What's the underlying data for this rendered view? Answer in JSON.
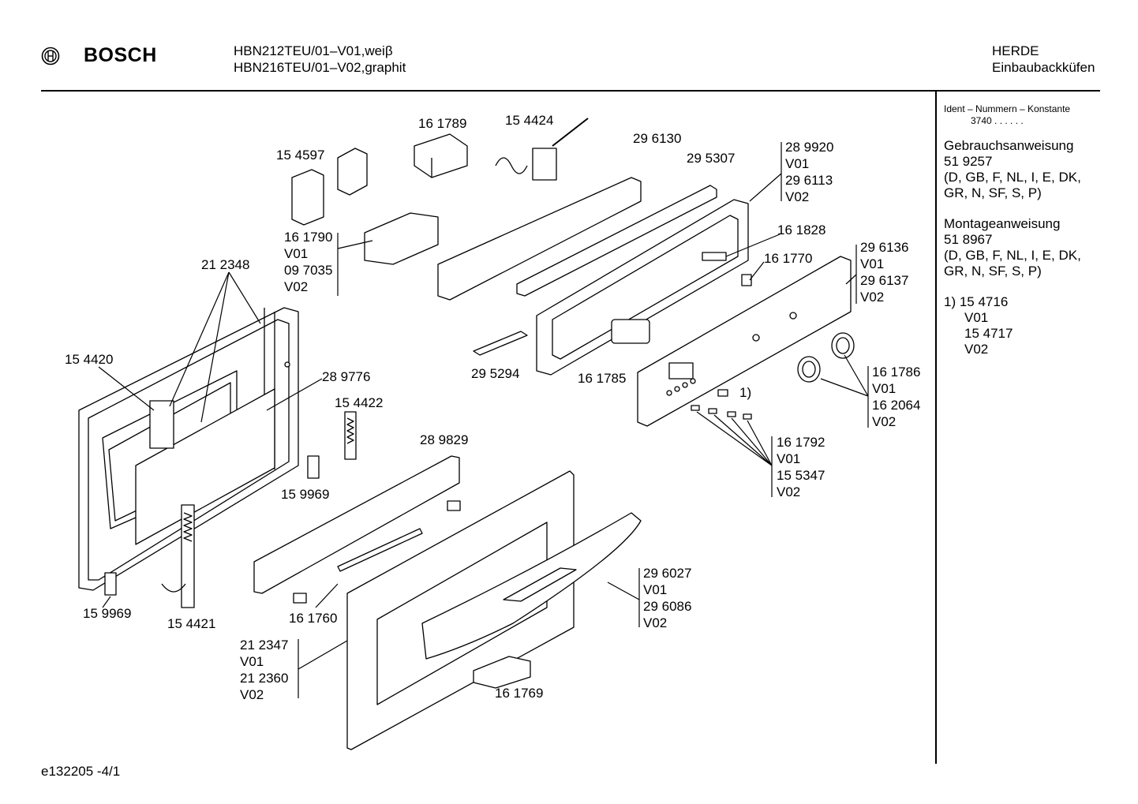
{
  "header": {
    "brand": "BOSCH",
    "model_line1": "HBN212TEU/01–V01,weiβ",
    "model_line2": "HBN216TEU/01–V02,graphit",
    "category_line1": "HERDE",
    "category_line2": "Einbaubackküfen"
  },
  "sidebar": {
    "ident_title": "Ident – Nummern – Konstante",
    "ident_value": "3740  .  .  .  .  .  .",
    "gebrauch_title": "Gebrauchsanweisung",
    "gebrauch_number": "51 9257",
    "gebrauch_langs1": "(D, GB, F, NL, I, E, DK,",
    "gebrauch_langs2": "GR, N, SF, S, P)",
    "montage_title": "Montageanweisung",
    "montage_number": "51 8967",
    "montage_langs1": "(D, GB, F, NL, I, E, DK,",
    "montage_langs2": "GR, N, SF, S, P)",
    "note_line1": "1)  15 4716",
    "note_line2": "V01",
    "note_line3": "15 4717",
    "note_line4": "V02"
  },
  "parts": {
    "p161789": "16 1789",
    "p154424": "15 4424",
    "p296130": "29 6130",
    "p154597": "15 4597",
    "p295307": "29 5307",
    "grp289920": [
      "28 9920",
      "V01",
      "29 6113",
      "V02"
    ],
    "grp161790": [
      "16 1790",
      "V01",
      "09 7035",
      "V02"
    ],
    "p161828": "16 1828",
    "p161770": "16 1770",
    "grp296136": [
      "29 6136",
      "V01",
      "29 6137",
      "V02"
    ],
    "p212348": "21 2348",
    "p154420": "15 4420",
    "p289776": "28 9776",
    "p295294": "29 5294",
    "p161785": "16 1785",
    "grp161786": [
      "16 1786",
      "V01",
      "16 2064",
      "V02"
    ],
    "note_ref": "1)",
    "p154422": "15 4422",
    "p289829": "28 9829",
    "grp161792": [
      "16 1792",
      "V01",
      "15 5347",
      "V02"
    ],
    "p159969a": "15 9969",
    "grp296027": [
      "29 6027",
      "V01",
      "29 6086",
      "V02"
    ],
    "p159969b": "15 9969",
    "p154421": "15 4421",
    "p161760": "16 1760",
    "grp212347": [
      "21 2347",
      "V01",
      "21 2360",
      "V02"
    ],
    "p161769": "16 1769"
  },
  "footer": {
    "code": "e132205   -4/1"
  }
}
